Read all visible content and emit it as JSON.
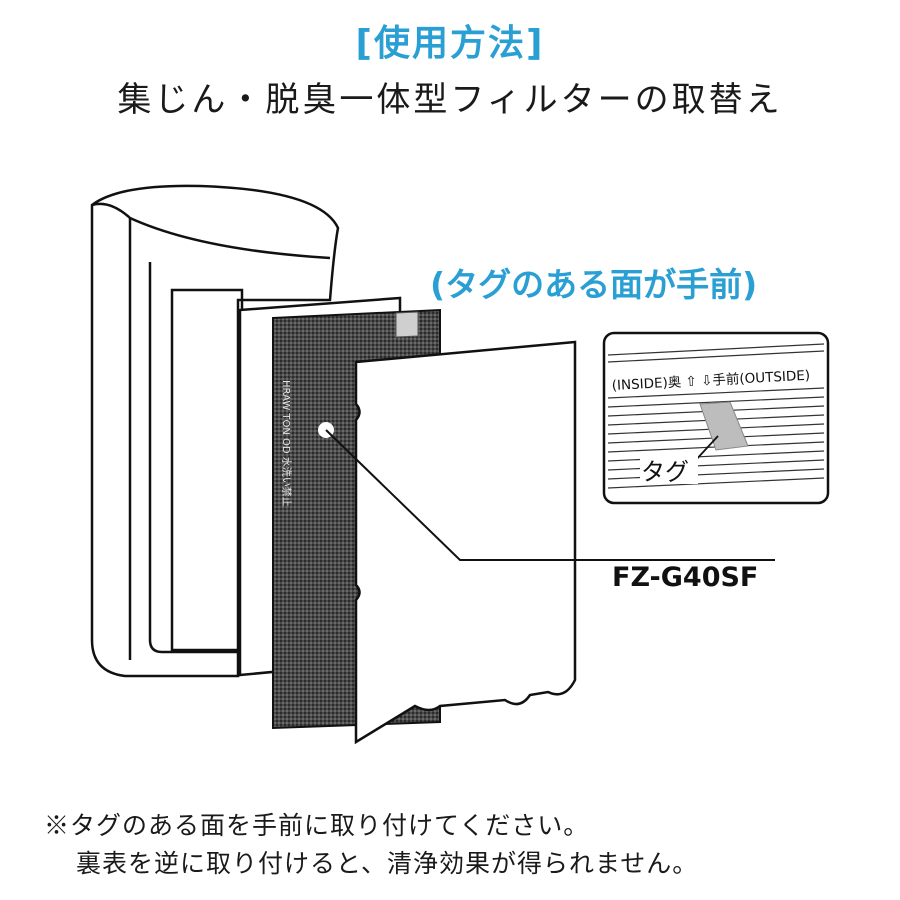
{
  "heading": {
    "title": "[使用方法]",
    "subtitle": "集じん・脱臭一体型フィルターの取替え"
  },
  "illustration": {
    "callout": "(タグのある面が手前)",
    "model_number": "FZ-G40SF",
    "filter_side_text": "HRAW TON OD 水洗い禁止",
    "inset": {
      "orientation_label": "(INSIDE)奥 ⇧ ⇩手前(OUTSIDE)",
      "tag_label": "タグ"
    }
  },
  "notes": {
    "line1": "※タグのある面を手前に取り付けてください。",
    "line2": "裏表を逆に取り付けると、清浄効果が得られません。"
  },
  "colors": {
    "accent": "#2a9fd4",
    "text": "#1a1a1a",
    "line": "#111111",
    "filter_dark": "#3a3a3a"
  }
}
